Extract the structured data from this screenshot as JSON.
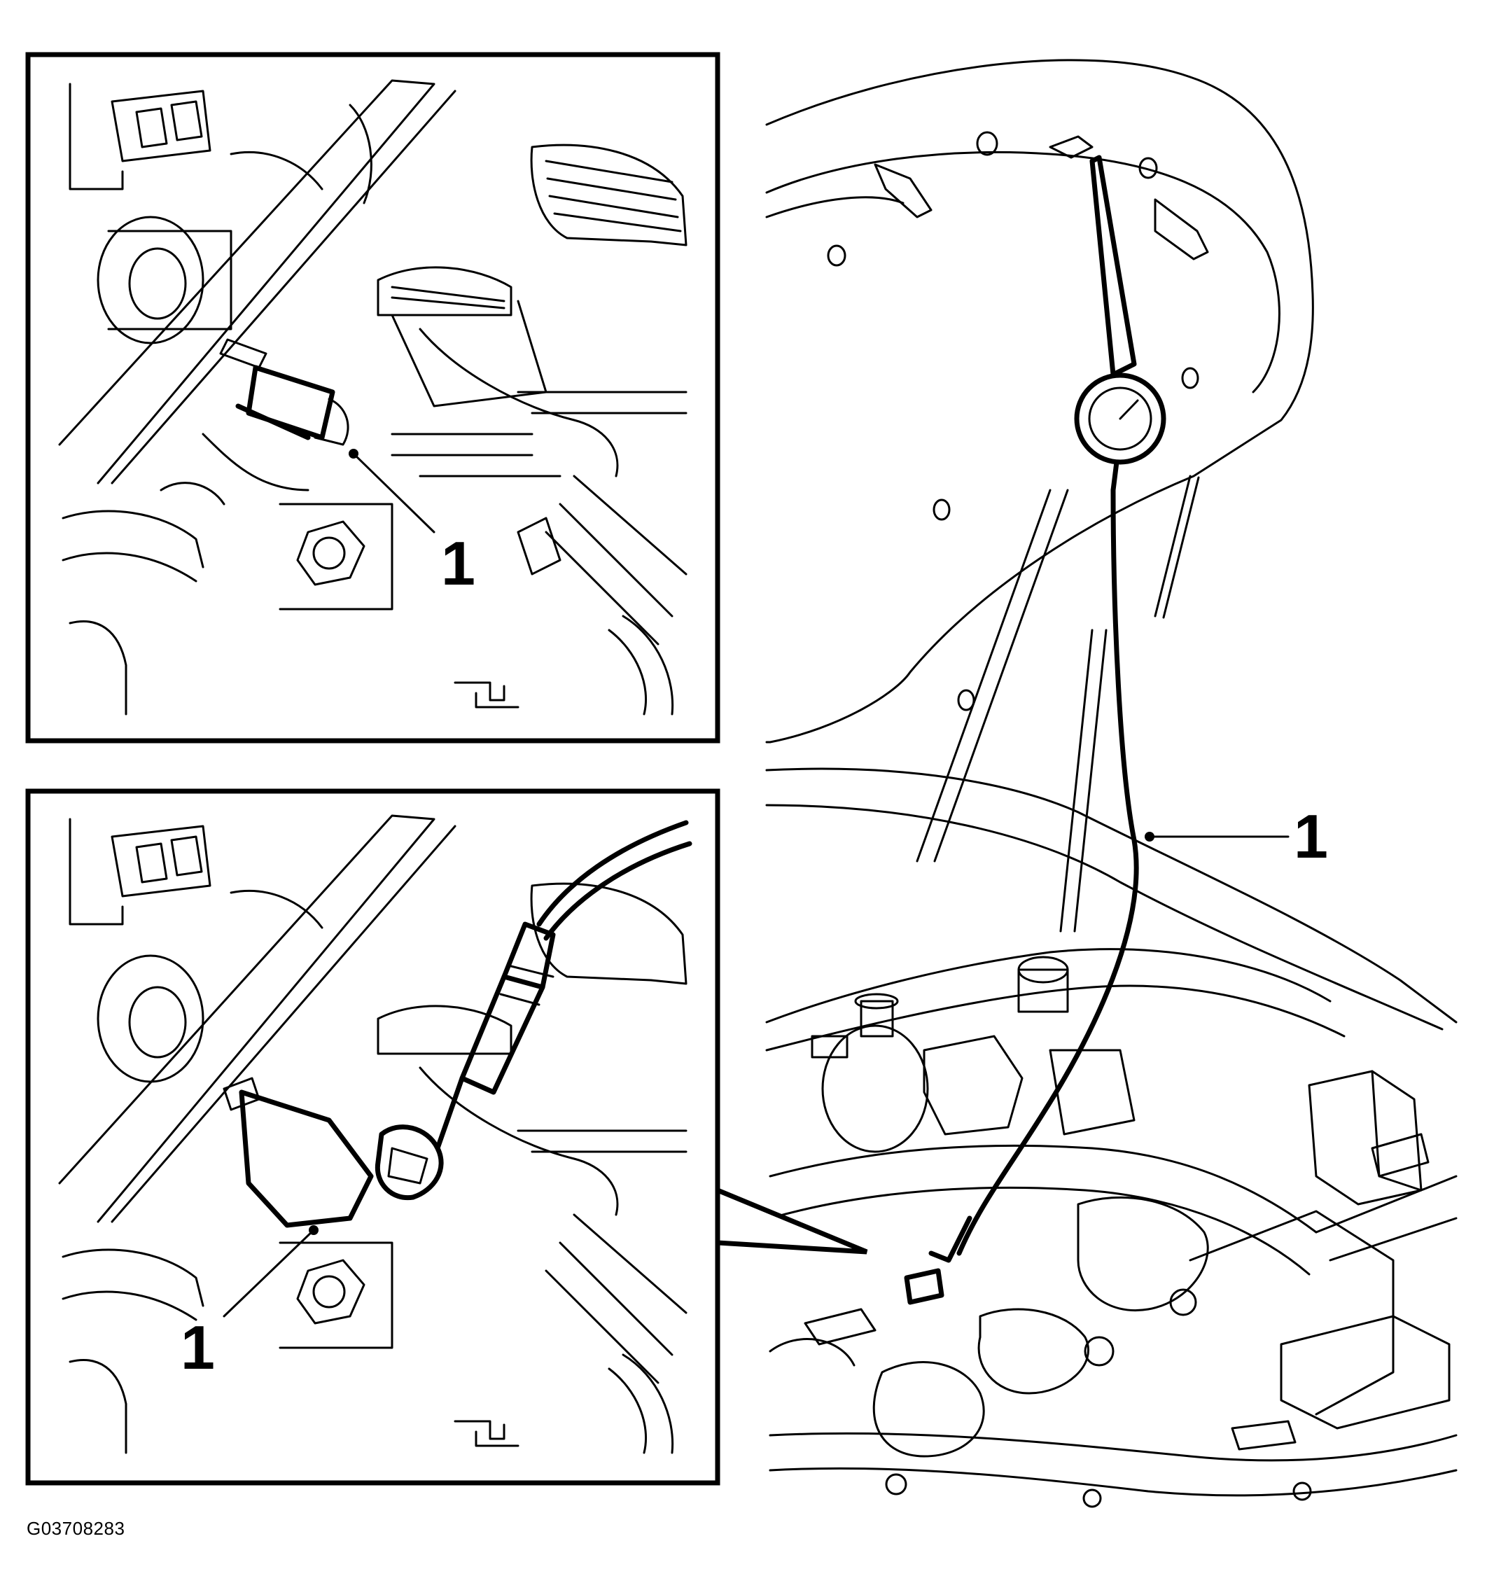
{
  "figure": {
    "id_label": "G03708283"
  },
  "callouts": {
    "top_inset": "1",
    "bottom_inset": "1",
    "main_view": "1"
  },
  "colors": {
    "line": "#000000",
    "background": "#ffffff"
  }
}
